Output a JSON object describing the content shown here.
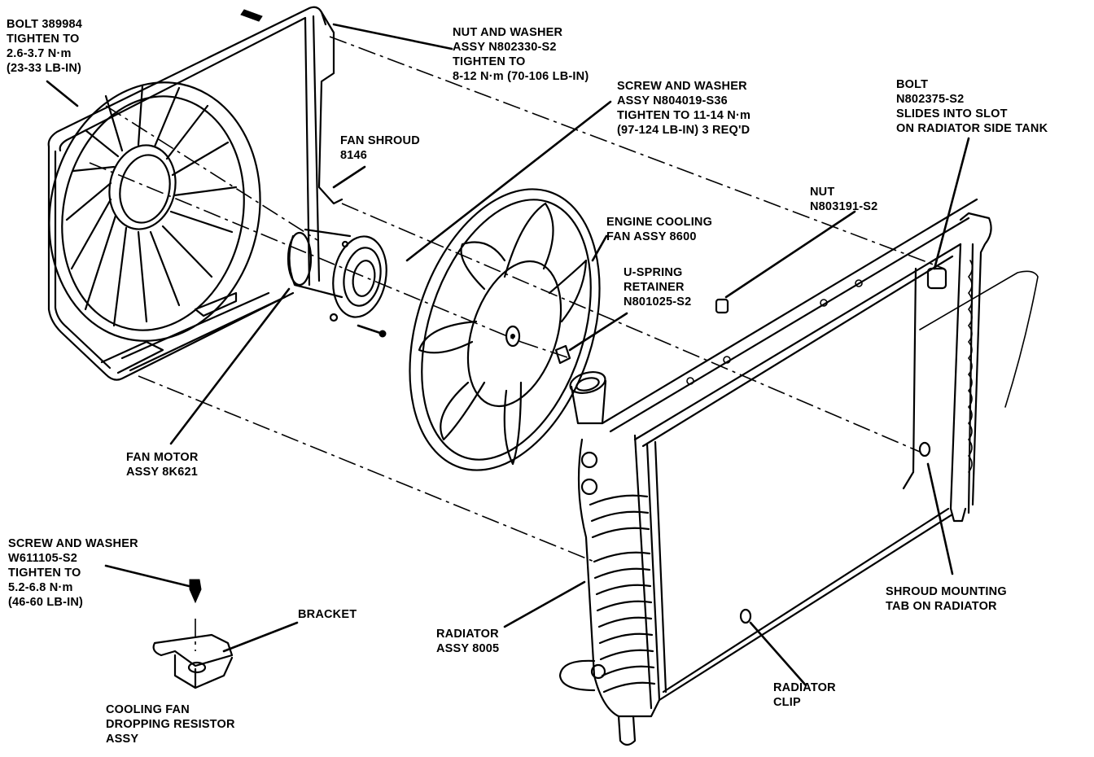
{
  "diagram": {
    "title": "Engine cooling fan and radiator exploded view",
    "colors": {
      "ink": "#000000",
      "paper": "#ffffff"
    },
    "callouts": [
      {
        "id": "bolt-389984",
        "lines": [
          "BOLT 389984",
          "TIGHTEN TO",
          "2.6-3.7 N·m",
          "(23-33 LB-IN)"
        ]
      },
      {
        "id": "nut-washer-n802330",
        "lines": [
          "NUT AND WASHER",
          "ASSY N802330-S2",
          "TIGHTEN TO",
          "8-12 N·m (70-106 LB-IN)"
        ]
      },
      {
        "id": "screw-washer-n804019",
        "lines": [
          "SCREW AND WASHER",
          "ASSY N804019-S36",
          "TIGHTEN TO 11-14 N·m",
          "(97-124 LB-IN) 3 REQ'D"
        ]
      },
      {
        "id": "bolt-n802375",
        "lines": [
          "BOLT",
          "N802375-S2",
          "SLIDES INTO SLOT",
          "ON RADIATOR SIDE TANK"
        ]
      },
      {
        "id": "fan-shroud",
        "lines": [
          "FAN SHROUD",
          "8146"
        ]
      },
      {
        "id": "nut-n803191",
        "lines": [
          "NUT",
          "N803191-S2"
        ]
      },
      {
        "id": "engine-cooling-fan",
        "lines": [
          "ENGINE COOLING",
          "FAN ASSY 8600"
        ]
      },
      {
        "id": "u-spring-retainer",
        "lines": [
          "U-SPRING",
          "RETAINER",
          "N801025-S2"
        ]
      },
      {
        "id": "fan-motor",
        "lines": [
          "FAN MOTOR",
          "ASSY 8K621"
        ]
      },
      {
        "id": "screw-washer-w611105",
        "lines": [
          "SCREW AND WASHER",
          "W611105-S2",
          "TIGHTEN TO",
          "5.2-6.8 N·m",
          "(46-60 LB-IN)"
        ]
      },
      {
        "id": "bracket",
        "lines": [
          "BRACKET"
        ]
      },
      {
        "id": "dropping-resistor",
        "lines": [
          "COOLING FAN",
          "DROPPING RESISTOR",
          "ASSY"
        ]
      },
      {
        "id": "radiator",
        "lines": [
          "RADIATOR",
          "ASSY 8005"
        ]
      },
      {
        "id": "shroud-mounting-tab",
        "lines": [
          "SHROUD MOUNTING",
          "TAB ON RADIATOR"
        ]
      },
      {
        "id": "radiator-clip",
        "lines": [
          "RADIATOR",
          "CLIP"
        ]
      }
    ]
  }
}
